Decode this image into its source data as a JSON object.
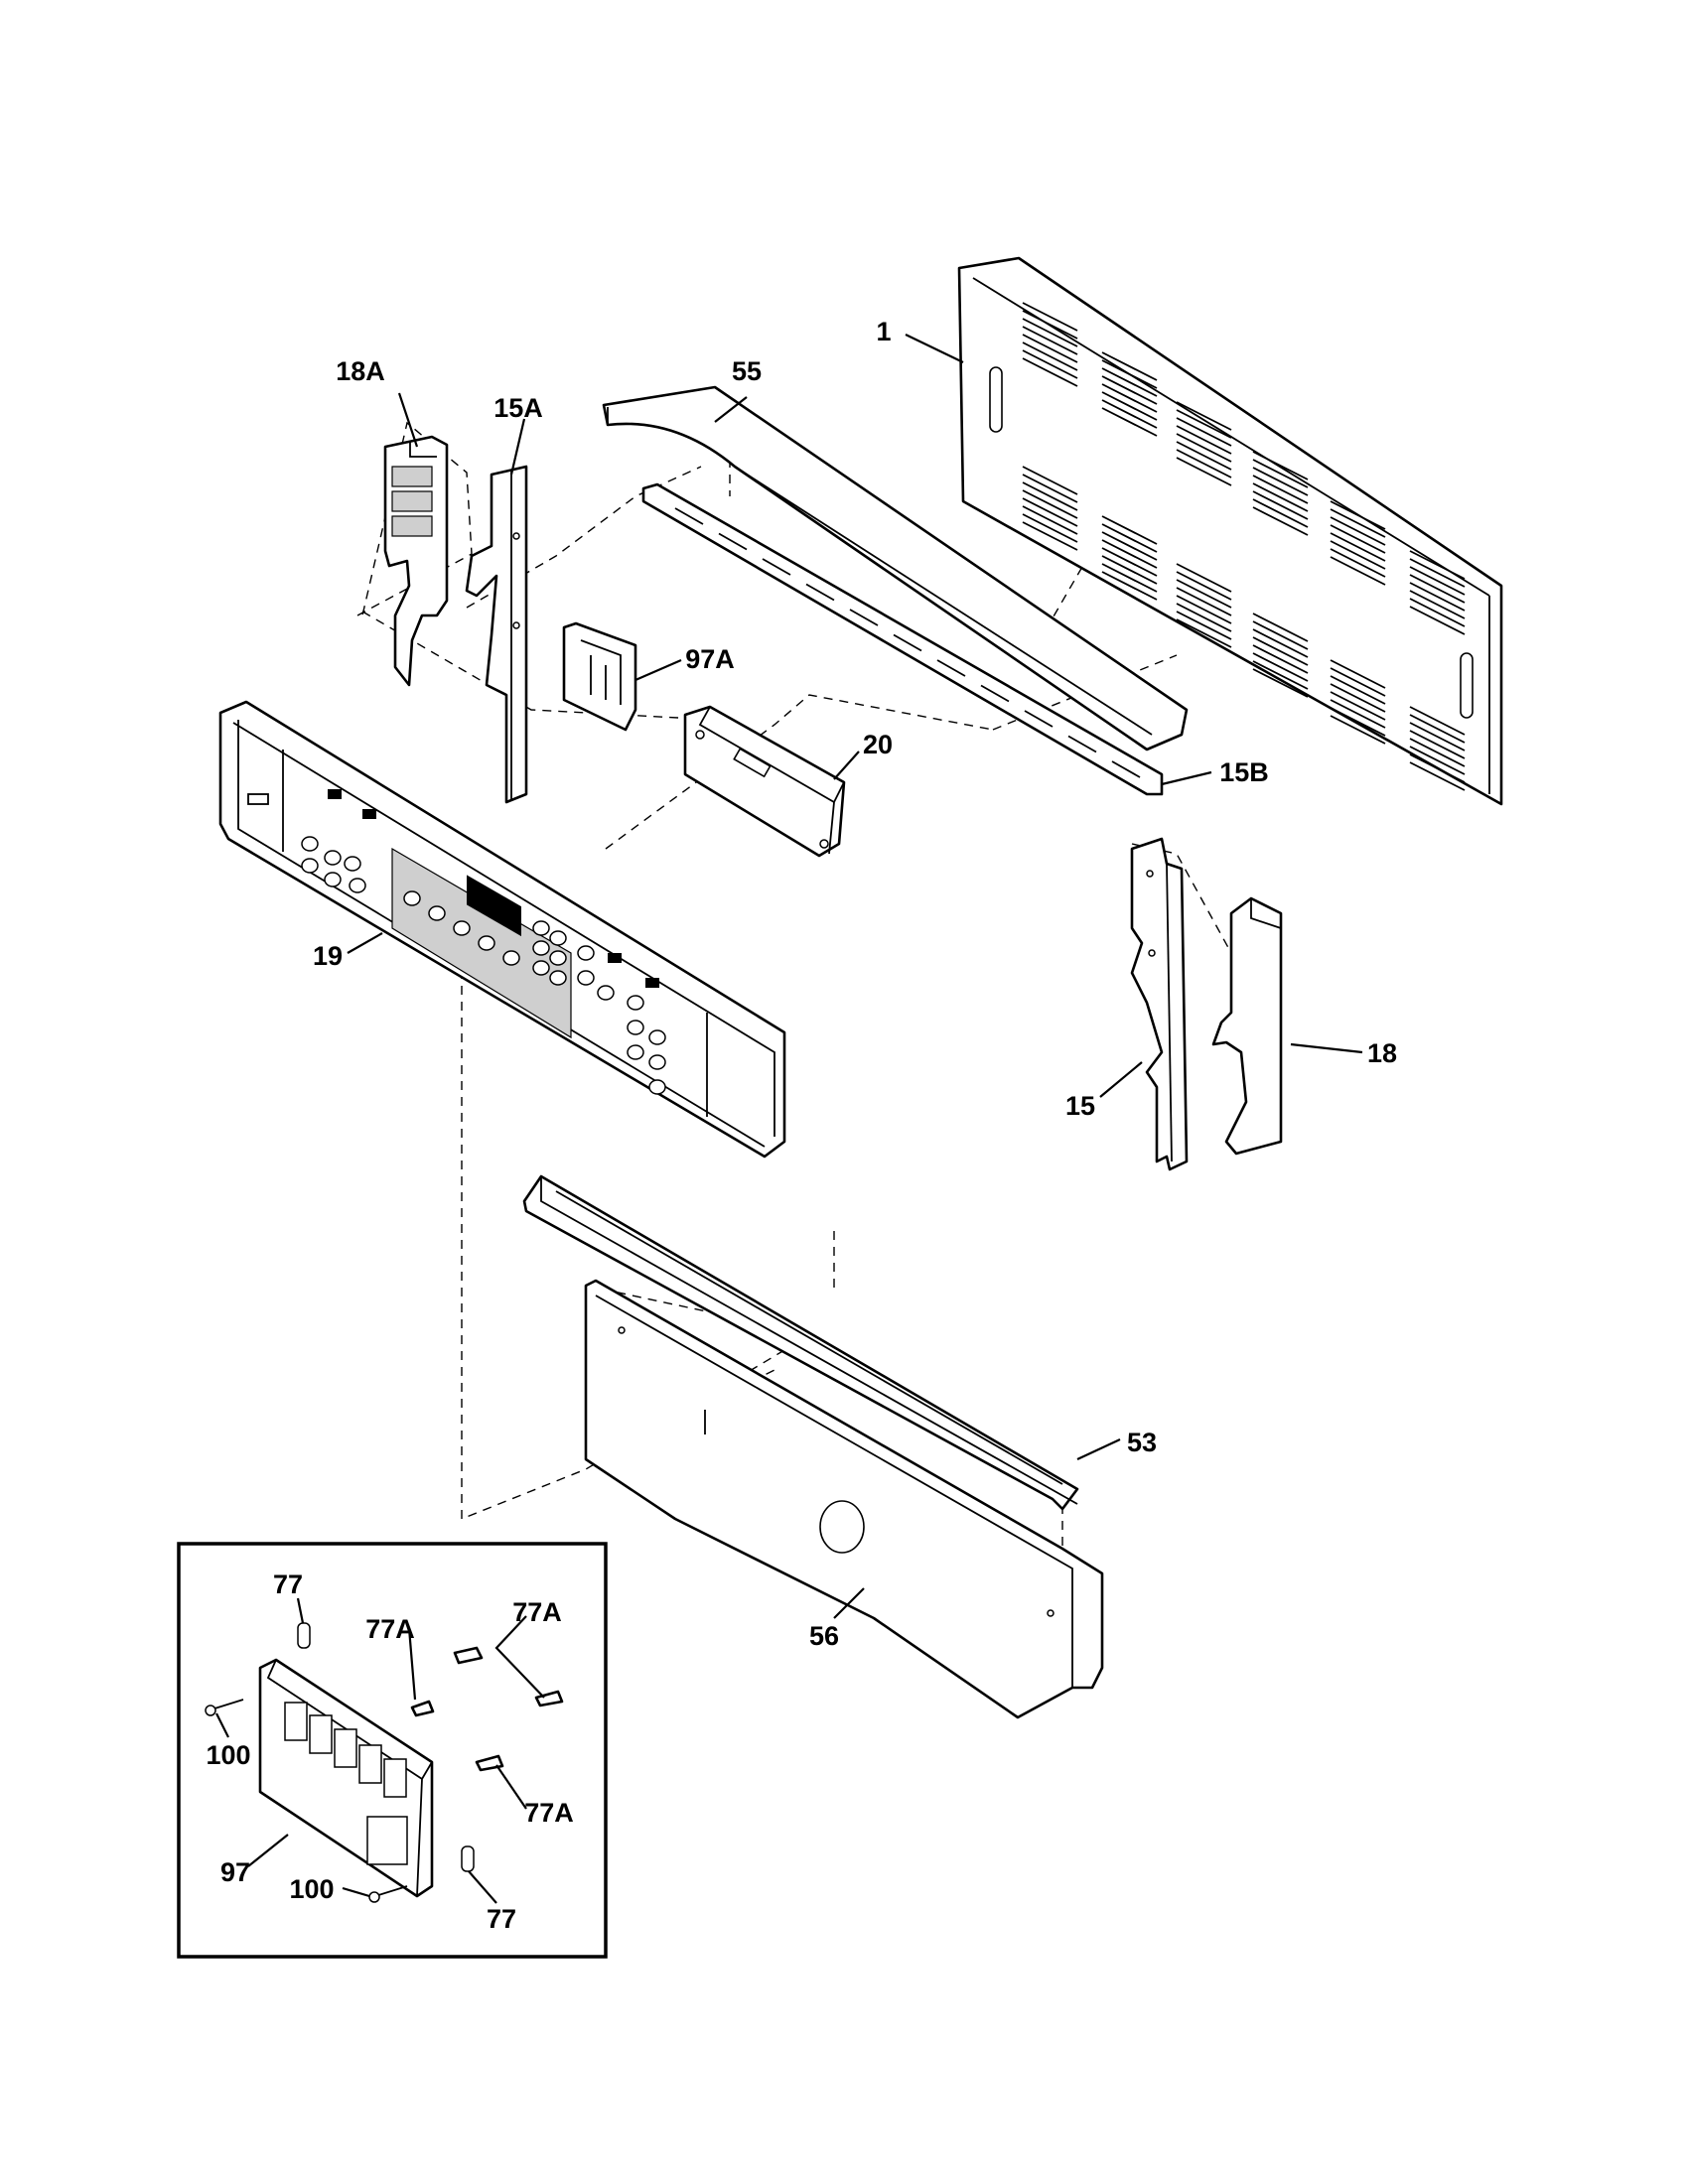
{
  "diagram": {
    "callouts": {
      "p1": "1",
      "p18A": "18A",
      "p15A": "15A",
      "p55": "55",
      "p97A": "97A",
      "p20": "20",
      "p15B": "15B",
      "p19": "19",
      "p18": "18",
      "p15": "15",
      "p53": "53",
      "p56": "56"
    },
    "inset": {
      "p77_top": "77",
      "p77A_left": "77A",
      "p77A_right": "77A",
      "p100_left": "100",
      "p77A_bottom": "77A",
      "p97": "97",
      "p100_bottom": "100",
      "p77_bottom": "77"
    }
  }
}
